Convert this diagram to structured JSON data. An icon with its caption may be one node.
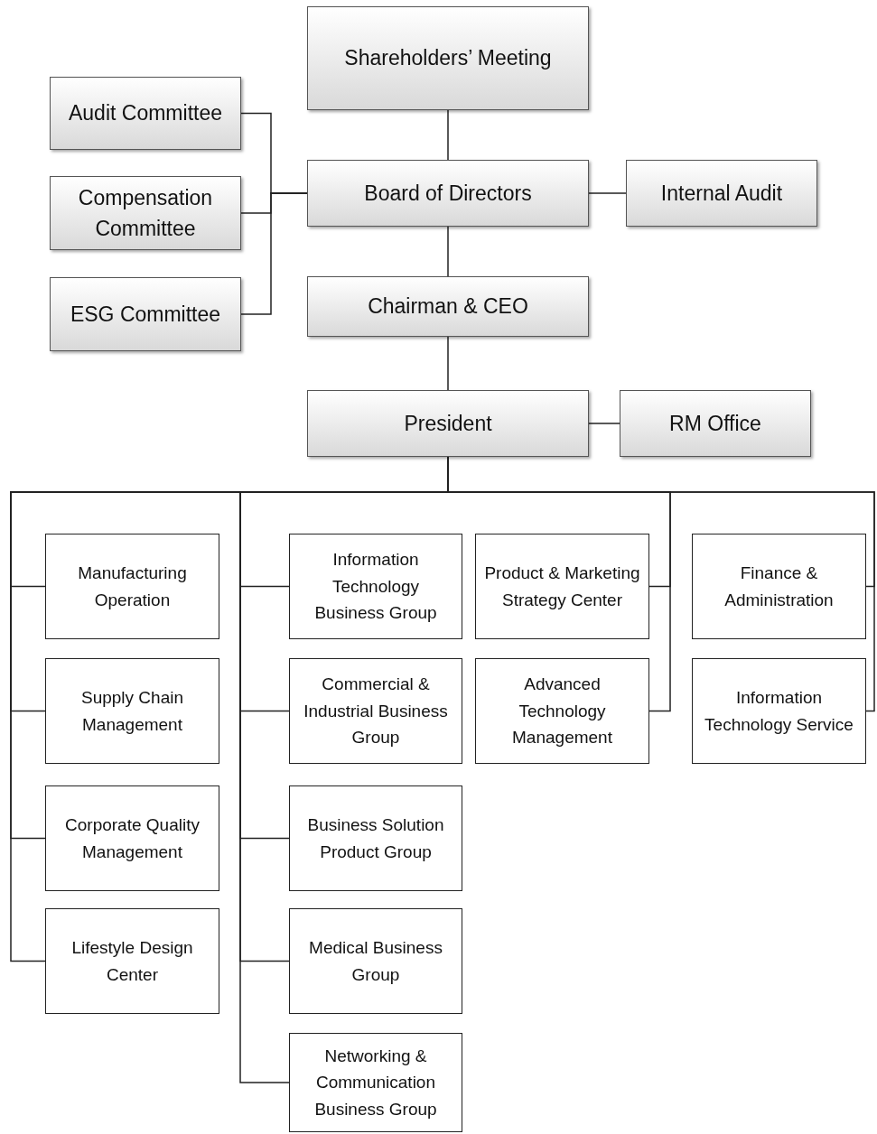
{
  "diagram": {
    "nodes": [
      {
        "text": [
          "Shareholders’ Meeting"
        ]
      },
      {
        "text": [
          "Audit Committee"
        ]
      },
      {
        "text": [
          "Compensation Committee"
        ]
      },
      {
        "text": [
          "ESG Committee"
        ]
      },
      {
        "text": [
          "Board of Directors"
        ]
      },
      {
        "text": [
          "Internal Audit"
        ]
      },
      {
        "text": [
          "Chairman & CEO"
        ]
      },
      {
        "text": [
          "President"
        ]
      },
      {
        "text": [
          "RM Office"
        ]
      },
      {
        "text": [
          "Manufacturing Operation"
        ]
      },
      {
        "text": [
          "Supply Chain Management"
        ]
      },
      {
        "text": [
          "Corporate Quality Management"
        ]
      },
      {
        "text": [
          "Lifestyle Design Center"
        ]
      },
      {
        "text": [
          "Information Technology Business Group"
        ]
      },
      {
        "text": [
          "Commercial & Industrial Business Group"
        ]
      },
      {
        "text": [
          "Business Solution Product Group"
        ]
      },
      {
        "text": [
          "Medical Business Group"
        ]
      },
      {
        "text": [
          "Networking & Communication Business Group"
        ]
      },
      {
        "text": [
          "Product & Marketing Strategy Center"
        ]
      },
      {
        "text": [
          "Advanced Technology Management"
        ]
      },
      {
        "text": [
          "Finance & Administration"
        ]
      },
      {
        "text": [
          "Information Technology Service"
        ]
      }
    ],
    "edges": [
      {
        "from": 0,
        "to": 4,
        "arrow": "none"
      },
      {
        "from": 1,
        "to": 4,
        "arrow": "none"
      },
      {
        "from": 2,
        "to": 4,
        "arrow": "none"
      },
      {
        "from": 3,
        "to": 4,
        "arrow": "none"
      },
      {
        "from": 4,
        "to": 5,
        "arrow": "none"
      },
      {
        "from": 4,
        "to": 6,
        "arrow": "none"
      },
      {
        "from": 6,
        "to": 7,
        "arrow": "none"
      },
      {
        "from": 7,
        "to": 8,
        "arrow": "none"
      },
      {
        "from": 7,
        "to": 9,
        "arrow": "none"
      },
      {
        "from": 7,
        "to": 10,
        "arrow": "none"
      },
      {
        "from": 7,
        "to": 11,
        "arrow": "none"
      },
      {
        "from": 7,
        "to": 12,
        "arrow": "none"
      },
      {
        "from": 7,
        "to": 13,
        "arrow": "none"
      },
      {
        "from": 7,
        "to": 14,
        "arrow": "none"
      },
      {
        "from": 7,
        "to": 15,
        "arrow": "none"
      },
      {
        "from": 7,
        "to": 16,
        "arrow": "none"
      },
      {
        "from": 7,
        "to": 17,
        "arrow": "none"
      },
      {
        "from": 7,
        "to": 18,
        "arrow": "none"
      },
      {
        "from": 7,
        "to": 19,
        "arrow": "none"
      },
      {
        "from": 7,
        "to": 20,
        "arrow": "none"
      },
      {
        "from": 7,
        "to": 21,
        "arrow": "none"
      }
    ]
  }
}
